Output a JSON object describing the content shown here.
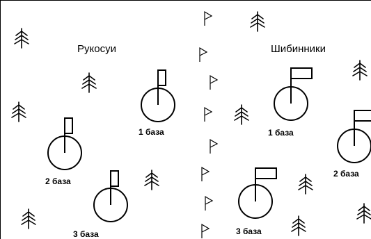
{
  "teams": {
    "left": {
      "name": "Рукосуи"
    },
    "right": {
      "name": "Шибинники"
    }
  },
  "bases": {
    "left": [
      {
        "label": "1 база"
      },
      {
        "label": "2 база"
      },
      {
        "label": "3 база"
      }
    ],
    "right": [
      {
        "label": "1 база"
      },
      {
        "label": "2 база"
      },
      {
        "label": "3 база"
      }
    ]
  },
  "icons": {
    "tree": "tree-icon",
    "border_flag": "pennant-flag-icon",
    "base": "flagged-circle-base-icon"
  }
}
